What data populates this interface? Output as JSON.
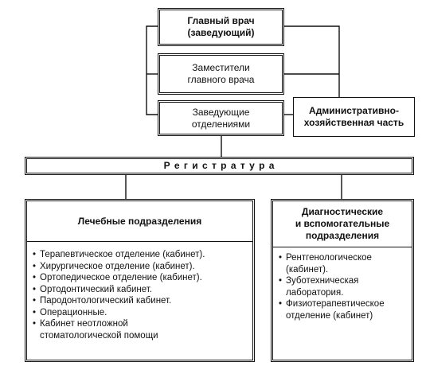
{
  "diagram": {
    "chief": {
      "line1": "Главный врач",
      "line2": "(заведующий)"
    },
    "deputies": {
      "line1": "Заместители",
      "line2": "главного врача"
    },
    "heads": {
      "line1": "Заведующие",
      "line2": "отделениями"
    },
    "admin": {
      "line1": "Административно-",
      "line2": "хозяйственная часть"
    },
    "registry": "Р е г и с т р а т у р а",
    "treatment": {
      "title": "Лечебные подразделения",
      "items": [
        "Терапевтическое отделение (кабинет).",
        "Хирургическое отделение (кабинет).",
        "Ортопедическое отделение (кабинет).",
        "Ортодонтический кабинет.",
        "Пародонтологический кабинет.",
        "Операционные.",
        "Кабинет неотложной стоматологической помощи"
      ]
    },
    "diagnostic": {
      "title_line1": "Диагностические",
      "title_line2": "и вспомогательные",
      "title_line3": "подразделения",
      "items": [
        "Рентгенологическое (кабинет).",
        "Зуботехническая лаборатория.",
        "Физиотерапевтическое отделение (кабинет)"
      ]
    }
  }
}
